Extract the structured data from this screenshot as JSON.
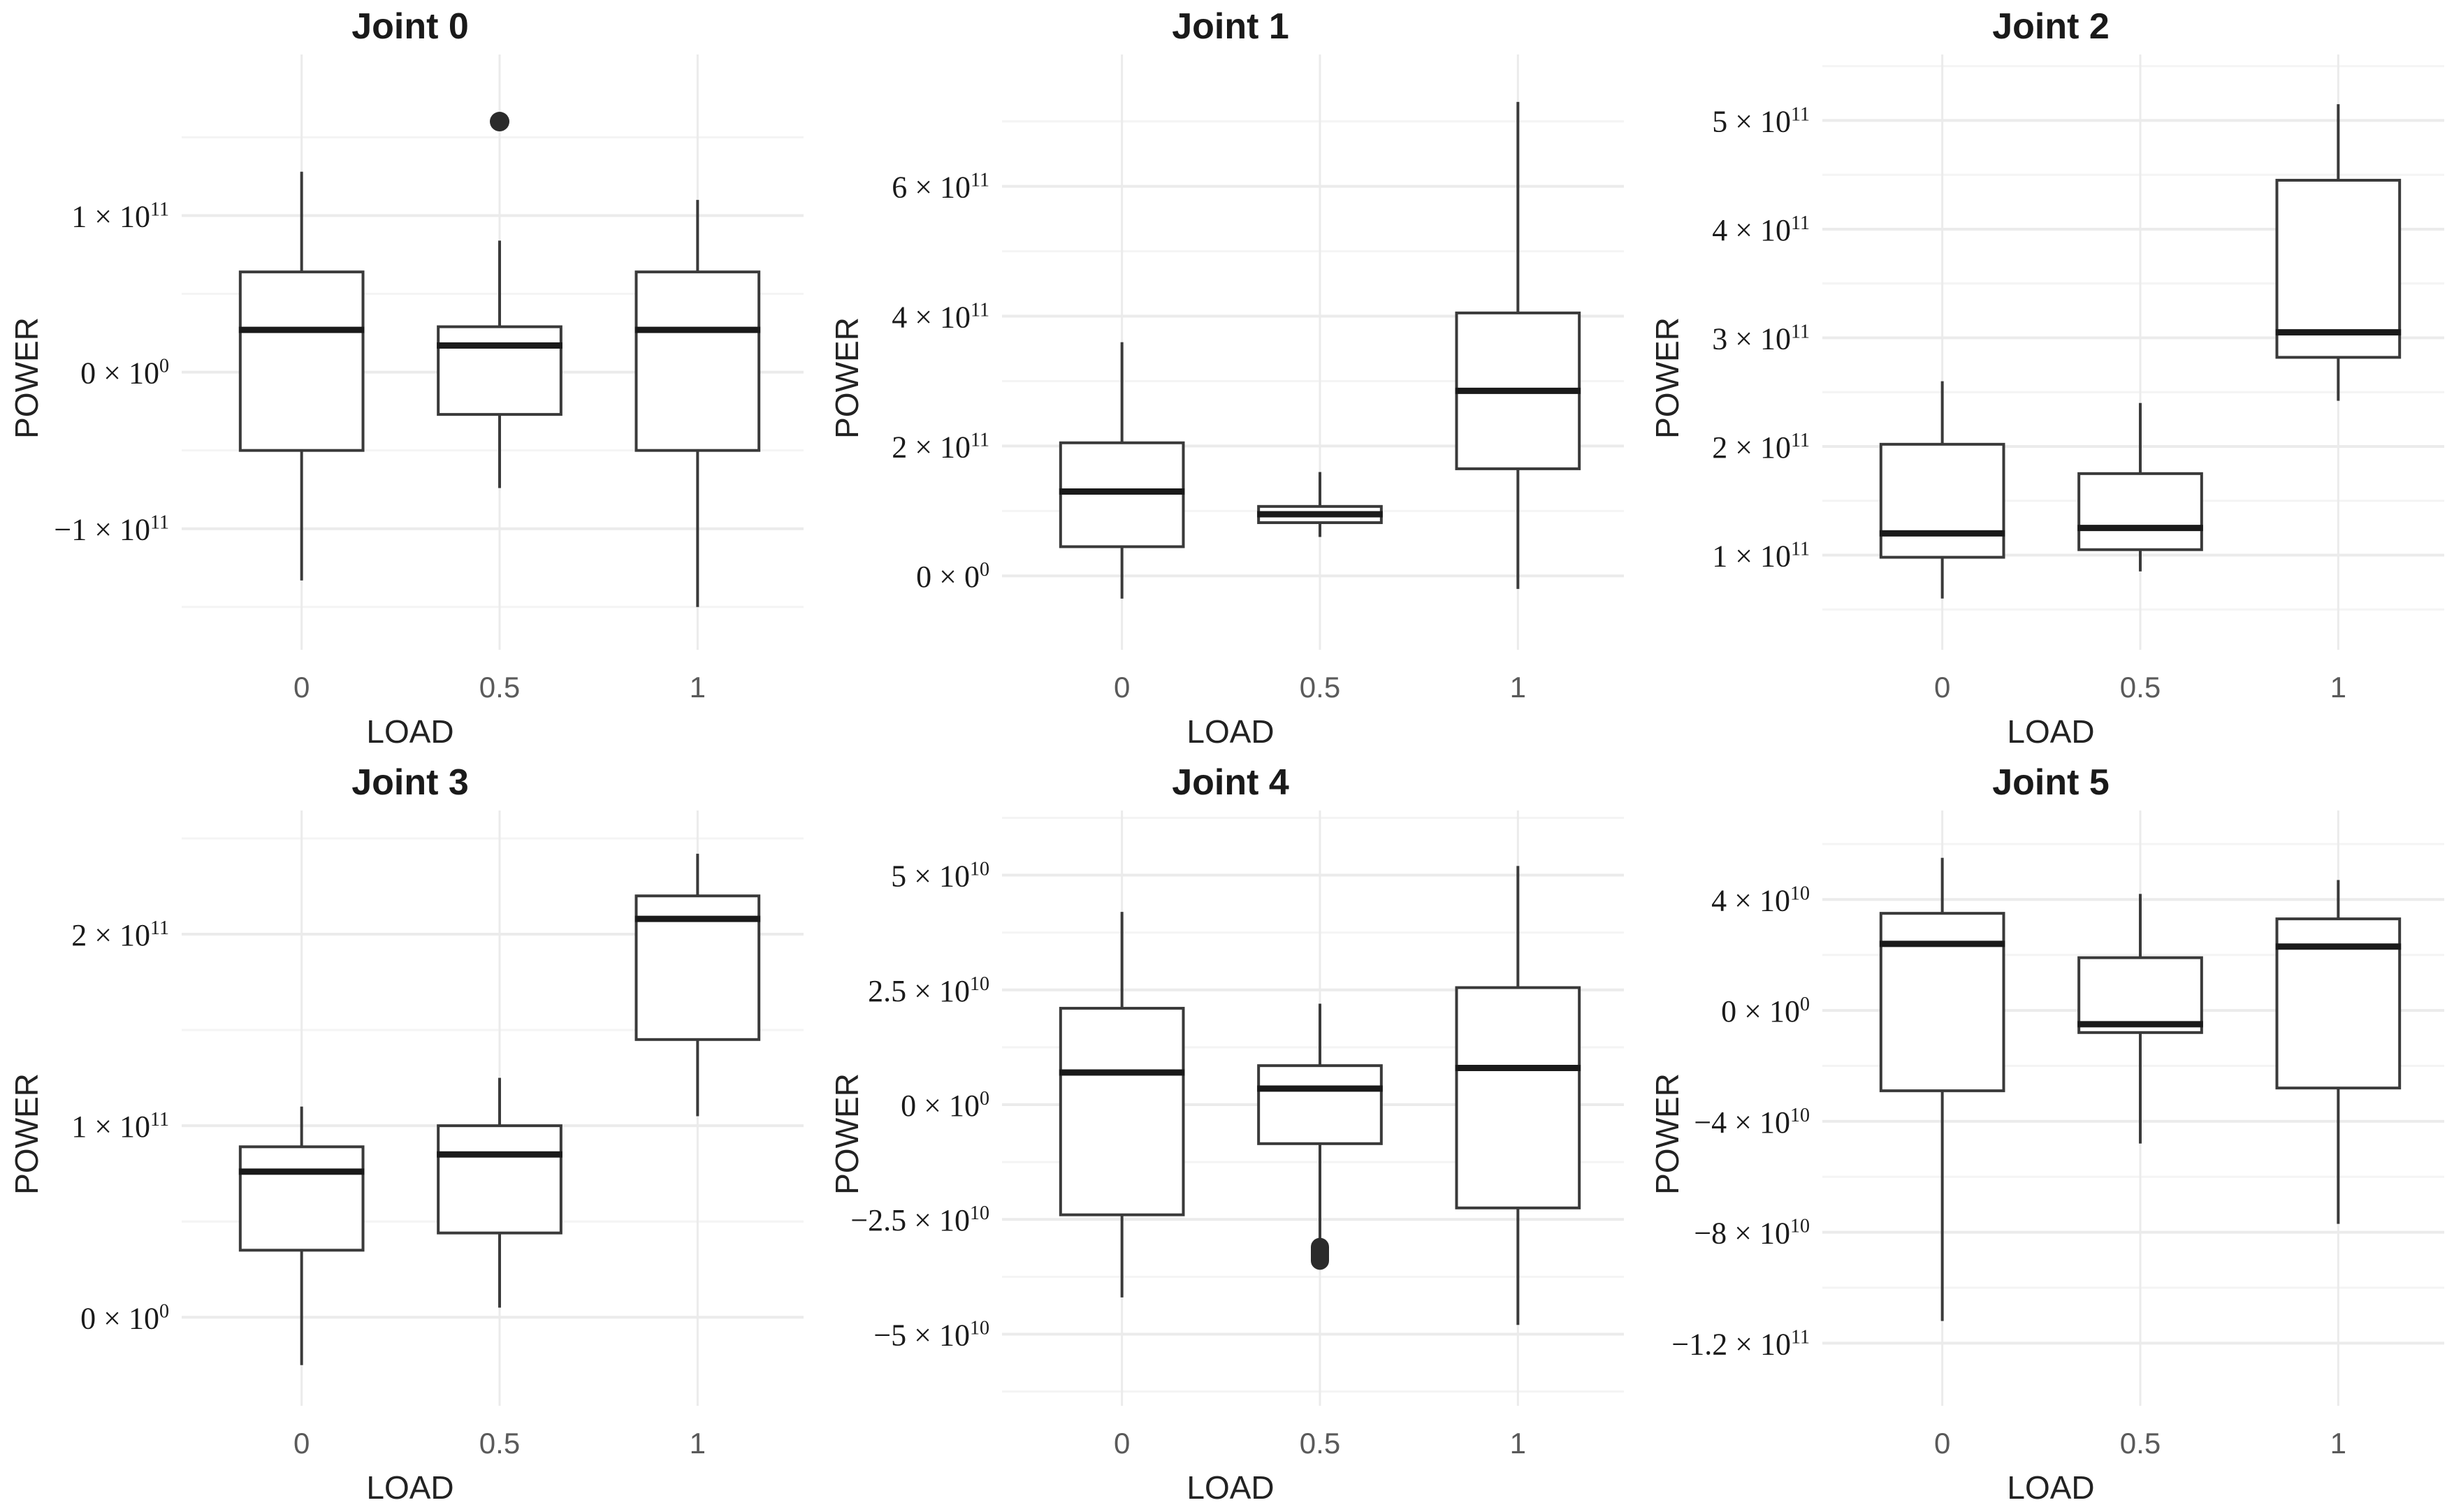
{
  "figure": {
    "layout": "2 rows x 3 columns of box plot facets",
    "panel_count": 6
  },
  "axis_titles": {
    "y": "POWER",
    "x": "LOAD"
  },
  "x_tick_labels": [
    "0",
    "0.5",
    "1"
  ],
  "chart_data": [
    {
      "type": "box",
      "title": "Joint 0",
      "xlabel": "LOAD",
      "ylabel": "POWER",
      "categories": [
        "0",
        "0.5",
        "1"
      ],
      "ytick_labels": [
        "1 × 10¹¹",
        "0 × 10⁰",
        "−1 × 10¹¹"
      ],
      "ytick_values": [
        100000000000.0,
        0.0,
        -100000000000.0
      ],
      "ytick_mantissa": [
        "1",
        "0",
        "−1"
      ],
      "ytick_exponent": [
        "11",
        "0",
        "11"
      ],
      "ylim": [
        -155000000000.0,
        185000000000.0
      ],
      "grid": true,
      "boxes": [
        {
          "category": "0",
          "lower_whisker": -133000000000.0,
          "q1": -50000000000.0,
          "median": 27000000000.0,
          "q3": 64000000000.0,
          "upper_whisker": 128000000000.0,
          "outliers": []
        },
        {
          "category": "0.5",
          "lower_whisker": -74000000000.0,
          "q1": -27000000000.0,
          "median": 17000000000.0,
          "q3": 29000000000.0,
          "upper_whisker": 84000000000.0,
          "outliers": [
            160000000000.0
          ]
        },
        {
          "category": "1",
          "lower_whisker": -150000000000.0,
          "q1": -50000000000.0,
          "median": 27000000000.0,
          "q3": 64000000000.0,
          "upper_whisker": 110000000000.0,
          "outliers": []
        }
      ]
    },
    {
      "type": "box",
      "title": "Joint 1",
      "xlabel": "LOAD",
      "ylabel": "POWER",
      "categories": [
        "0",
        "0.5",
        "1"
      ],
      "ytick_labels": [
        "6 × 10¹¹",
        "4 × 10¹¹",
        "2 × 10¹¹",
        "0 × 0⁰"
      ],
      "ytick_values": [
        600000000000.0,
        400000000000.0,
        200000000000.0,
        0.0
      ],
      "ytick_mantissa": [
        "6",
        "4",
        "2",
        "0"
      ],
      "ytick_base": [
        "10",
        "10",
        "10",
        "0"
      ],
      "ytick_exponent": [
        "11",
        "11",
        "11",
        "0"
      ],
      "ylim": [
        -60000000000.0,
        760000000000.0
      ],
      "grid": true,
      "boxes": [
        {
          "category": "0",
          "lower_whisker": -35000000000.0,
          "q1": 45000000000.0,
          "median": 130000000000.0,
          "q3": 205000000000.0,
          "upper_whisker": 360000000000.0,
          "outliers": []
        },
        {
          "category": "0.5",
          "lower_whisker": 60000000000.0,
          "q1": 82000000000.0,
          "median": 95000000000.0,
          "q3": 107000000000.0,
          "upper_whisker": 160000000000.0,
          "outliers": []
        },
        {
          "category": "1",
          "lower_whisker": -20000000000.0,
          "q1": 165000000000.0,
          "median": 285000000000.0,
          "q3": 405000000000.0,
          "upper_whisker": 730000000000.0,
          "outliers": []
        }
      ]
    },
    {
      "type": "box",
      "title": "Joint 2",
      "xlabel": "LOAD",
      "ylabel": "POWER",
      "categories": [
        "0",
        "0.5",
        "1"
      ],
      "ytick_labels": [
        "5 × 10¹¹",
        "4 × 10¹¹",
        "3 × 10¹¹",
        "2 × 10¹¹",
        "1 × 10¹¹"
      ],
      "ytick_values": [
        500000000000.0,
        400000000000.0,
        300000000000.0,
        200000000000.0,
        100000000000.0
      ],
      "ytick_mantissa": [
        "5",
        "4",
        "3",
        "2",
        "1"
      ],
      "ytick_exponent": [
        "11",
        "11",
        "11",
        "11",
        "11"
      ],
      "ylim": [
        45000000000.0,
        535000000000.0
      ],
      "grid": true,
      "boxes": [
        {
          "category": "0",
          "lower_whisker": 60000000000.0,
          "q1": 98000000000.0,
          "median": 120000000000.0,
          "q3": 202000000000.0,
          "upper_whisker": 260000000000.0,
          "outliers": []
        },
        {
          "category": "0.5",
          "lower_whisker": 85000000000.0,
          "q1": 105000000000.0,
          "median": 125000000000.0,
          "q3": 175000000000.0,
          "upper_whisker": 240000000000.0,
          "outliers": []
        },
        {
          "category": "1",
          "lower_whisker": 242000000000.0,
          "q1": 282000000000.0,
          "median": 305000000000.0,
          "q3": 445000000000.0,
          "upper_whisker": 515000000000.0,
          "outliers": []
        }
      ]
    },
    {
      "type": "box",
      "title": "Joint 3",
      "xlabel": "LOAD",
      "ylabel": "POWER",
      "categories": [
        "0",
        "0.5",
        "1"
      ],
      "ytick_labels": [
        "2 × 10¹¹",
        "1 × 10¹¹",
        "0 × 10⁰"
      ],
      "ytick_values": [
        200000000000.0,
        100000000000.0,
        0.0
      ],
      "ytick_mantissa": [
        "2",
        "1",
        "0"
      ],
      "ytick_exponent": [
        "11",
        "11",
        "0"
      ],
      "ylim": [
        -28000000000.0,
        250000000000.0
      ],
      "grid": true,
      "boxes": [
        {
          "category": "0",
          "lower_whisker": -25000000000.0,
          "q1": 35000000000.0,
          "median": 76000000000.0,
          "q3": 89000000000.0,
          "upper_whisker": 110000000000.0,
          "outliers": []
        },
        {
          "category": "0.5",
          "lower_whisker": 5000000000.0,
          "q1": 44000000000.0,
          "median": 85000000000.0,
          "q3": 100000000000.0,
          "upper_whisker": 125000000000.0,
          "outliers": []
        },
        {
          "category": "1",
          "lower_whisker": 105000000000.0,
          "q1": 145000000000.0,
          "median": 208000000000.0,
          "q3": 220000000000.0,
          "upper_whisker": 242000000000.0,
          "outliers": []
        }
      ]
    },
    {
      "type": "box",
      "title": "Joint 4",
      "xlabel": "LOAD",
      "ylabel": "POWER",
      "categories": [
        "0",
        "0.5",
        "1"
      ],
      "ytick_labels": [
        "5 × 10¹⁰",
        "2.5 × 10¹⁰",
        "0 × 10⁰",
        "−2.5 × 10¹⁰",
        "−5 × 10¹⁰"
      ],
      "ytick_values": [
        50000000000.0,
        25000000000.0,
        0.0,
        -25000000000.0,
        -50000000000.0
      ],
      "ytick_mantissa": [
        "5",
        "2.5",
        "0",
        "−2.5",
        "−5"
      ],
      "ytick_exponent": [
        "10",
        "10",
        "0",
        "10",
        "10"
      ],
      "ylim": [
        -58000000000.0,
        58000000000.0
      ],
      "grid": true,
      "boxes": [
        {
          "category": "0",
          "lower_whisker": -42000000000.0,
          "q1": -24000000000.0,
          "median": 7000000000.0,
          "q3": 21000000000.0,
          "upper_whisker": 42000000000.0,
          "outliers": []
        },
        {
          "category": "0.5",
          "lower_whisker": -35000000000.0,
          "q1": -8500000000.0,
          "median": 3500000000.0,
          "q3": 8500000000.0,
          "upper_whisker": 22000000000.0,
          "outliers": [
            -31000000000.0,
            -32000000000.0,
            -33000000000.0,
            -34000000000.0
          ]
        },
        {
          "category": "1",
          "lower_whisker": -48000000000.0,
          "q1": -22500000000.0,
          "median": 8000000000.0,
          "q3": 25500000000.0,
          "upper_whisker": 52000000000.0,
          "outliers": []
        }
      ]
    },
    {
      "type": "box",
      "title": "Joint 5",
      "xlabel": "LOAD",
      "ylabel": "POWER",
      "categories": [
        "0",
        "0.5",
        "1"
      ],
      "ytick_labels": [
        "4 × 10¹⁰",
        "0 × 10⁰",
        "−4 × 10¹⁰",
        "−8 × 10¹⁰",
        "−1.2 × 10¹¹"
      ],
      "ytick_values": [
        40000000000.0,
        0.0,
        -40000000000.0,
        -80000000000.0,
        -120000000000.0
      ],
      "ytick_mantissa": [
        "4",
        "0",
        "−4",
        "−8",
        "−1.2"
      ],
      "ytick_exponent": [
        "10",
        "0",
        "10",
        "10",
        "11"
      ],
      "ylim": [
        -130000000000.0,
        62000000000.0
      ],
      "grid": true,
      "boxes": [
        {
          "category": "0",
          "lower_whisker": -112000000000.0,
          "q1": -29000000000.0,
          "median": 24000000000.0,
          "q3": 35000000000.0,
          "upper_whisker": 55000000000.0,
          "outliers": []
        },
        {
          "category": "0.5",
          "lower_whisker": -48000000000.0,
          "q1": -8000000000.0,
          "median": -5000000000.0,
          "q3": 19000000000.0,
          "upper_whisker": 42000000000.0,
          "outliers": []
        },
        {
          "category": "1",
          "lower_whisker": -77000000000.0,
          "q1": -28000000000.0,
          "median": 23000000000.0,
          "q3": 33000000000.0,
          "upper_whisker": 47000000000.0,
          "outliers": []
        }
      ]
    }
  ],
  "colors": {
    "box_stroke": "#3a3a3a",
    "median_stroke": "#1a1a1a",
    "grid_major": "#ebebeb",
    "grid_minor": "#f4f4f4",
    "outlier_fill": "#2b2b2b",
    "background": "#ffffff",
    "title_color": "#1a1a1a",
    "tick_label_color": "#5a5a5a"
  }
}
